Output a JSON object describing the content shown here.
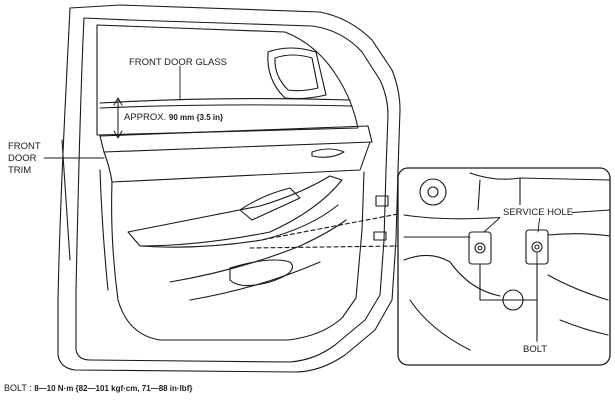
{
  "labels": {
    "front_door_glass": "FRONT DOOR GLASS",
    "approx_prefix": "APPROX. ",
    "approx_value": "90 mm {3.5 in}",
    "front_door_trim": [
      "FRONT",
      "DOOR",
      "TRIM"
    ],
    "service_hole": "SERVICE HOLE",
    "bolt": "BOLT"
  },
  "footer": {
    "label": "BOLT : ",
    "torque": "8—10 N·m {82—101 kgf·cm, 71—88 in·lbf}"
  }
}
